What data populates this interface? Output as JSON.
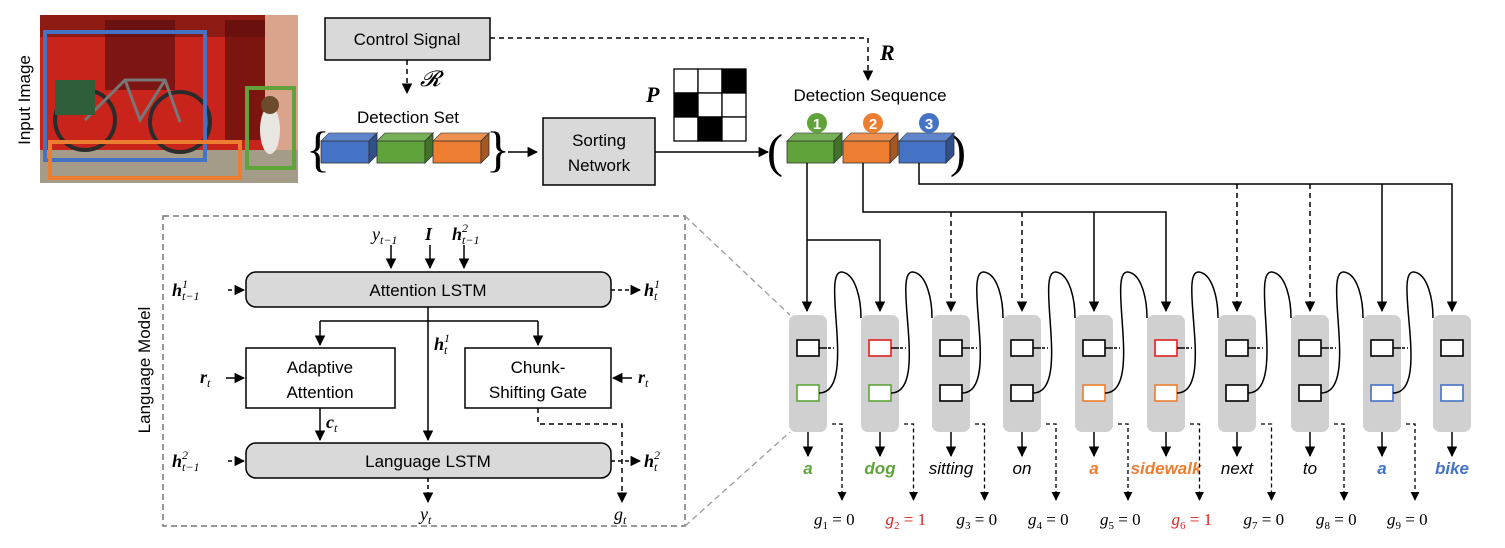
{
  "colors": {
    "green": "#5fa33a",
    "orange": "#ed7d31",
    "blue": "#4472c4",
    "red": "#e02020",
    "gray_box": "#d9d9d9",
    "module_bg": "#d0d0d0"
  },
  "input_image_label": "Input Image",
  "control_signal_label": "Control Signal",
  "calligraphic_r": "𝓡",
  "bold_r": "R",
  "detection_set_label": "Detection Set",
  "sorting_network": {
    "line1": "Sorting",
    "line2": "Network"
  },
  "p_label": "P",
  "detection_sequence_label": "Detection Sequence",
  "sequence_numbers": [
    "1",
    "2",
    "3"
  ],
  "language_model": {
    "side_label": "Language Model",
    "inputs": {
      "y": "y",
      "y_sub": "t−1",
      "i": "I",
      "h": "h",
      "h_sup": "2",
      "h_sub": "t−1"
    },
    "attention_lstm": "Attention LSTM",
    "language_lstm": "Language LSTM",
    "adaptive_attention": {
      "line1": "Adaptive",
      "line2": "Attention"
    },
    "chunk_shifting_gate": {
      "line1": "Chunk-",
      "line2": "Shifting Gate"
    },
    "h1_prev": {
      "base": "h",
      "sup": "1",
      "sub": "t−1"
    },
    "h1_out": {
      "base": "h",
      "sup": "1",
      "sub": "t"
    },
    "h1_mid": {
      "base": "h",
      "sup": "1",
      "sub": "t"
    },
    "h2_prev": {
      "base": "h",
      "sup": "2",
      "sub": "t−1"
    },
    "h2_out": {
      "base": "h",
      "sup": "2",
      "sub": "t"
    },
    "r_left": {
      "base": "r",
      "sub": "t"
    },
    "r_right": {
      "base": "r",
      "sub": "t"
    },
    "c_t": {
      "base": "c",
      "sub": "t"
    },
    "y_out": {
      "base": "y",
      "sub": "t"
    },
    "g_out": {
      "base": "g",
      "sub": "t"
    }
  },
  "words": [
    {
      "text": "a",
      "color": "green",
      "bold": true
    },
    {
      "text": "dog",
      "color": "green",
      "bold": true
    },
    {
      "text": "sitting",
      "color": "black",
      "bold": false
    },
    {
      "text": "on",
      "color": "black",
      "bold": false
    },
    {
      "text": "a",
      "color": "orange",
      "bold": true
    },
    {
      "text": "sidewalk",
      "color": "orange",
      "bold": true
    },
    {
      "text": "next",
      "color": "black",
      "bold": false
    },
    {
      "text": "to",
      "color": "black",
      "bold": false
    },
    {
      "text": "a",
      "color": "blue",
      "bold": true
    },
    {
      "text": "bike",
      "color": "blue",
      "bold": true
    }
  ],
  "gates": [
    {
      "sub": "1",
      "value": "0",
      "red": false
    },
    {
      "sub": "2",
      "value": "1",
      "red": true
    },
    {
      "sub": "3",
      "value": "0",
      "red": false
    },
    {
      "sub": "4",
      "value": "0",
      "red": false
    },
    {
      "sub": "5",
      "value": "0",
      "red": false
    },
    {
      "sub": "6",
      "value": "1",
      "red": true
    },
    {
      "sub": "7",
      "value": "0",
      "red": false
    },
    {
      "sub": "8",
      "value": "0",
      "red": false
    },
    {
      "sub": "9",
      "value": "0",
      "red": false
    }
  ],
  "module_top_colors": [
    "black",
    "red",
    "black",
    "black",
    "black",
    "red",
    "black",
    "black",
    "black",
    "black"
  ],
  "module_bottom_colors": [
    "green",
    "green",
    "black",
    "black",
    "orange",
    "orange",
    "black",
    "black",
    "blue",
    "blue"
  ]
}
